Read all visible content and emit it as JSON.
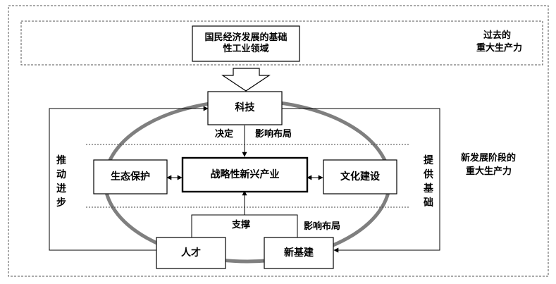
{
  "top": {
    "box_line1": "国民经济发展的基础",
    "box_line2": "性工业领域",
    "side_line1": "过去的",
    "side_line2": "重大生产力"
  },
  "nodes": {
    "tech": "科技",
    "eco": "生态保护",
    "core": "战略性新兴产业",
    "culture": "文化建设",
    "talent": "人才",
    "infra": "新基建"
  },
  "edges": {
    "decide": "决定",
    "layout_top": "影响布局",
    "support": "支撑",
    "layout_bottom": "影响布局"
  },
  "side_labels": {
    "left": "推动进步",
    "right": "提供基础"
  },
  "bottom_side": {
    "line1": "新发展阶段的",
    "line2": "重大生产力"
  }
}
